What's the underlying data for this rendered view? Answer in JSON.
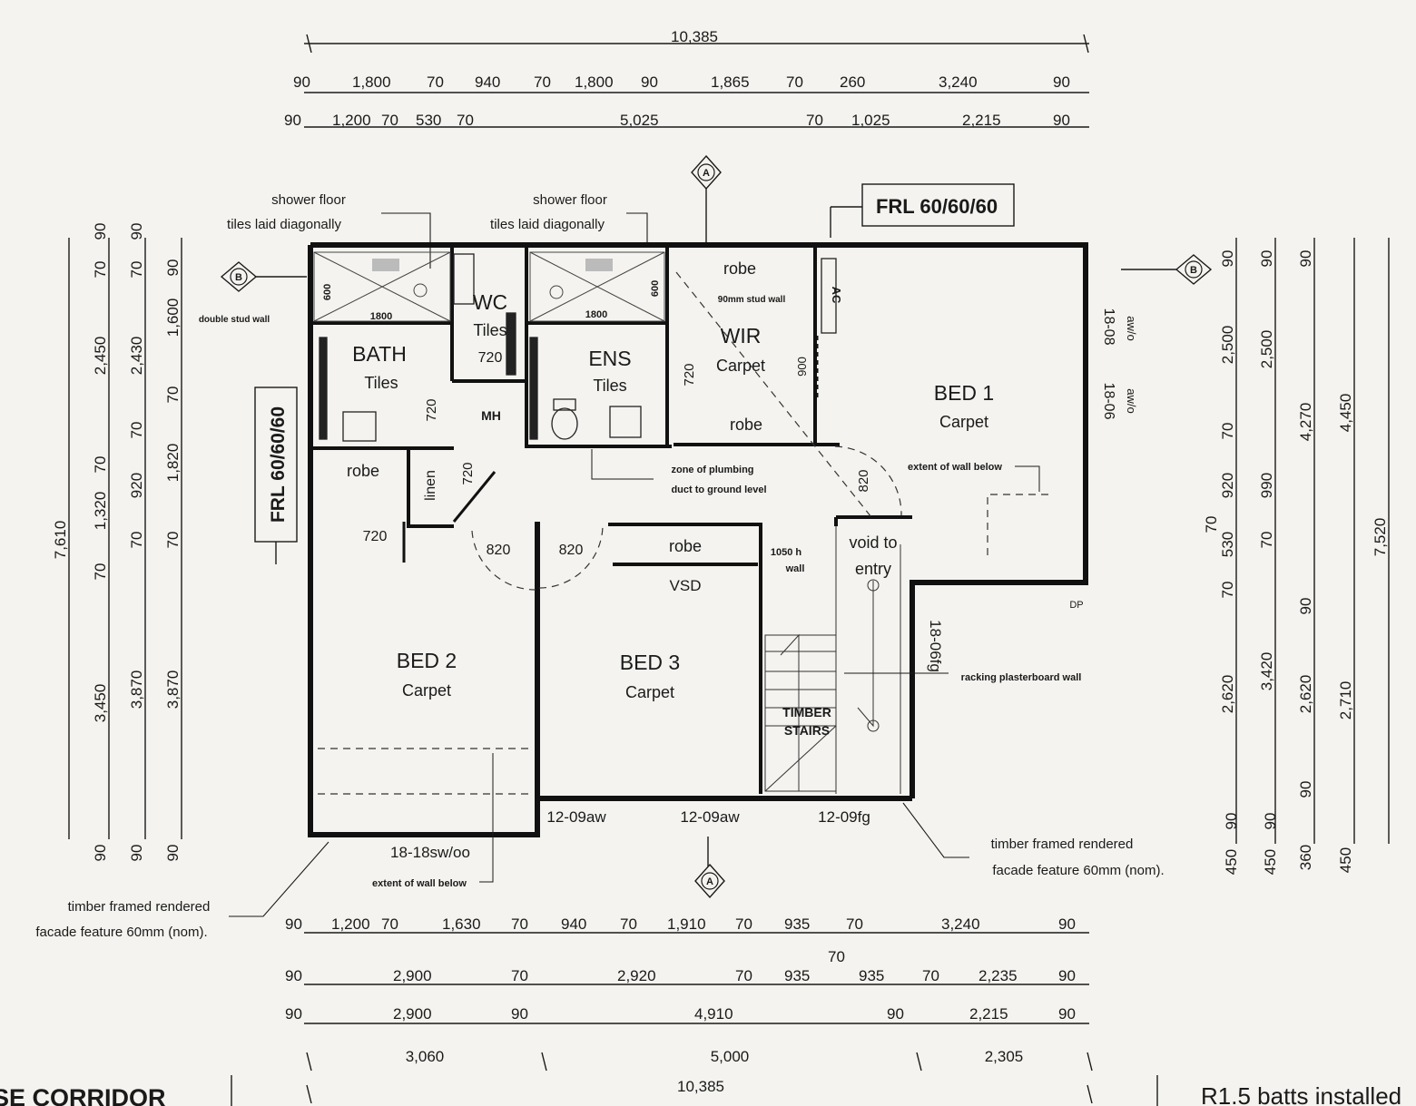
{
  "dimensions": {
    "top_overall": "10,385",
    "top_row1": [
      "90",
      "1,800",
      "70",
      "940",
      "70",
      "1,800",
      "90",
      "1,865",
      "70",
      "260",
      "3,240",
      "90"
    ],
    "top_row2": [
      "90",
      "1,200",
      "70",
      "530",
      "70",
      "5,025",
      "70",
      "1,025",
      "2,215",
      "90"
    ],
    "bottom_row1": [
      "90",
      "1,200",
      "70",
      "1,630",
      "70",
      "940",
      "70",
      "1,910",
      "70",
      "935",
      "70",
      "3,240",
      "90"
    ],
    "bottom_row1_extra": "70",
    "bottom_row2": [
      "90",
      "2,900",
      "70",
      "2,920",
      "70",
      "935",
      "935",
      "70",
      "2,235",
      "90"
    ],
    "bottom_row3": [
      "90",
      "2,900",
      "90",
      "4,910",
      "90",
      "2,215",
      "90"
    ],
    "bottom_row4": [
      "3,060",
      "5,000",
      "2,305"
    ],
    "bottom_overall": "10,385",
    "left_overall": "7,610",
    "left_col2": [
      "90",
      "70",
      "2,450",
      "70",
      "1,320",
      "70",
      "3,450",
      "90"
    ],
    "left_col3": [
      "90",
      "70",
      "2,430",
      "70",
      "920",
      "70",
      "3,870",
      "90"
    ],
    "left_col4": [
      "90",
      "1,600",
      "70",
      "1,820",
      "70",
      "3,870",
      "90"
    ],
    "right_col1": [
      "90",
      "2,500",
      "70",
      "920",
      "70",
      "530",
      "70",
      "2,620",
      "90",
      "450"
    ],
    "right_col2": [
      "90",
      "2,500",
      "990",
      "70",
      "3,420",
      "90",
      "450"
    ],
    "right_col3": [
      "90",
      "4,270",
      "90",
      "2,620",
      "90",
      "360"
    ],
    "right_col4": [
      "4,450",
      "2,710",
      "450"
    ],
    "right_overall": "7,520"
  },
  "rooms": {
    "bath": {
      "name": "BATH",
      "finish": "Tiles"
    },
    "wc": {
      "name": "WC",
      "finish": "Tiles"
    },
    "ens": {
      "name": "ENS",
      "finish": "Tiles"
    },
    "wir": {
      "name": "WIR",
      "finish": "Carpet"
    },
    "bed1": {
      "name": "BED 1",
      "finish": "Carpet"
    },
    "bed2": {
      "name": "BED 2",
      "finish": "Carpet"
    },
    "bed3": {
      "name": "BED 3",
      "finish": "Carpet"
    },
    "stairs": {
      "name": "TIMBER",
      "name2": "STAIRS"
    }
  },
  "fixtures": {
    "robe": "robe",
    "linen": "linen",
    "mh": "MH",
    "ac": "AC",
    "vsd": "VSD",
    "dp": "DP",
    "void": "void to",
    "void2": "entry",
    "wall_1050": "1050 h",
    "wall_1050b": "wall",
    "shower_1800": "1800",
    "v900": "900",
    "v600": "600",
    "v820": "820",
    "w720": "720",
    "w820": "820"
  },
  "notes": {
    "shower_l1": "shower floor",
    "shower_l2": "tiles laid diagonally",
    "frl": "FRL 60/60/60",
    "double_stud": "double stud wall",
    "stud_90": "90mm stud wall",
    "plumbing_l1": "zone of plumbing",
    "plumbing_l2": "duct to ground level",
    "extent_wall": "extent of wall below",
    "racking": "racking plasterboard wall",
    "facade_l1": "timber framed rendered",
    "facade_l2": "facade feature 60mm (nom).",
    "corridor": "SE CORRIDOR",
    "batts": "R1.5 batts installed",
    "section_a": "A",
    "section_b": "B"
  },
  "windows": {
    "w_18_08": "18-08",
    "w_18_06": "18-06",
    "w_awo": "aw/o",
    "w_18_06fg": "18-06fg",
    "w_12_09aw_a": "12-09aw",
    "w_12_09aw_b": "12-09aw",
    "w_12_09fg": "12-09fg",
    "w_18_18": "18-18sw/oo"
  }
}
